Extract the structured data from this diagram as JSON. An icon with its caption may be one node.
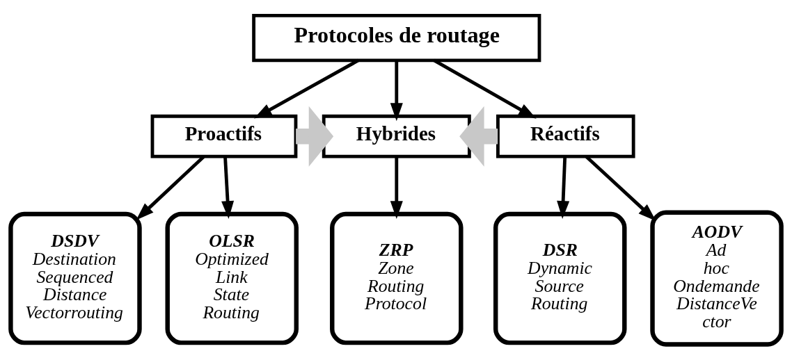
{
  "diagram": {
    "nodes": [
      {
        "text": [
          "Protocoles de routage"
        ]
      },
      {
        "text": [
          "Proactifs"
        ]
      },
      {
        "text": [
          "Hybrides"
        ]
      },
      {
        "text": [
          "Réactifs"
        ]
      },
      {
        "text": [
          "DSDV",
          "Destination Sequenced Distance Vectorrouting"
        ]
      },
      {
        "text": [
          "OLSR",
          "Optimized Link State Routing"
        ]
      },
      {
        "text": [
          "ZRP",
          "Zone Routing Protocol"
        ]
      },
      {
        "text": [
          "DSR",
          "Dynamic Source Routing"
        ]
      },
      {
        "text": [
          "AODV",
          "Ad hoc Ondemande DistanceVe ctor"
        ]
      }
    ],
    "edges": [
      {
        "from": 0,
        "to": 1,
        "arrow": "to"
      },
      {
        "from": 0,
        "to": 2,
        "arrow": "to"
      },
      {
        "from": 0,
        "to": 3,
        "arrow": "to"
      },
      {
        "from": 1,
        "to": 2,
        "arrow": "to",
        "style": "thick",
        "color": "#c8c8c8"
      },
      {
        "from": 3,
        "to": 2,
        "arrow": "to",
        "style": "thick",
        "color": "#c8c8c8"
      },
      {
        "from": 1,
        "to": 4,
        "arrow": "to"
      },
      {
        "from": 1,
        "to": 5,
        "arrow": "to"
      },
      {
        "from": 2,
        "to": 6,
        "arrow": "to"
      },
      {
        "from": 3,
        "to": 7,
        "arrow": "to"
      },
      {
        "from": 3,
        "to": 8,
        "arrow": "to"
      }
    ]
  }
}
